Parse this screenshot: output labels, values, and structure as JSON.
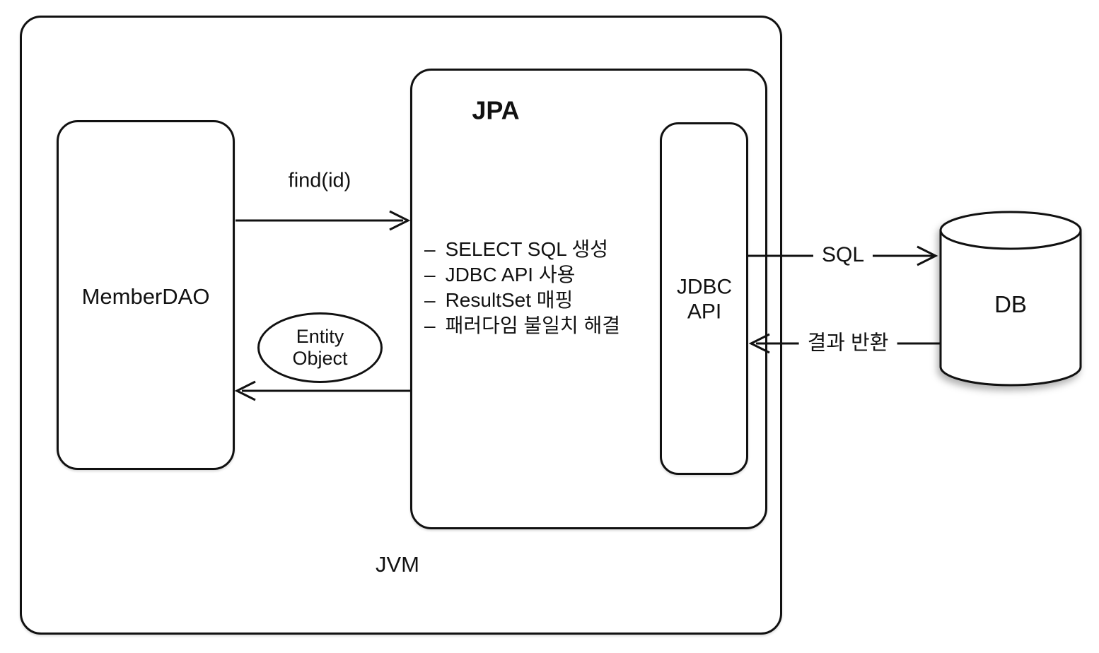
{
  "diagram": {
    "background": "#ffffff",
    "line_color": "#111111",
    "text_color": "#111111",
    "jvm": {
      "label": "JVM"
    },
    "member_dao": {
      "label": "MemberDAO"
    },
    "jpa": {
      "title": "JPA",
      "bullet": "–",
      "features": [
        "SELECT SQL 생성",
        "JDBC API 사용",
        "ResultSet 매핑",
        "패러다임 불일치 해결"
      ],
      "jdbc_api": {
        "label": "JDBC API"
      }
    },
    "entity_object": {
      "label": "Entity Object"
    },
    "db": {
      "label": "DB"
    },
    "arrows": {
      "find": {
        "label": "find(id)"
      },
      "sql": {
        "label": "SQL"
      },
      "result": {
        "label": "결과 반환"
      }
    }
  }
}
